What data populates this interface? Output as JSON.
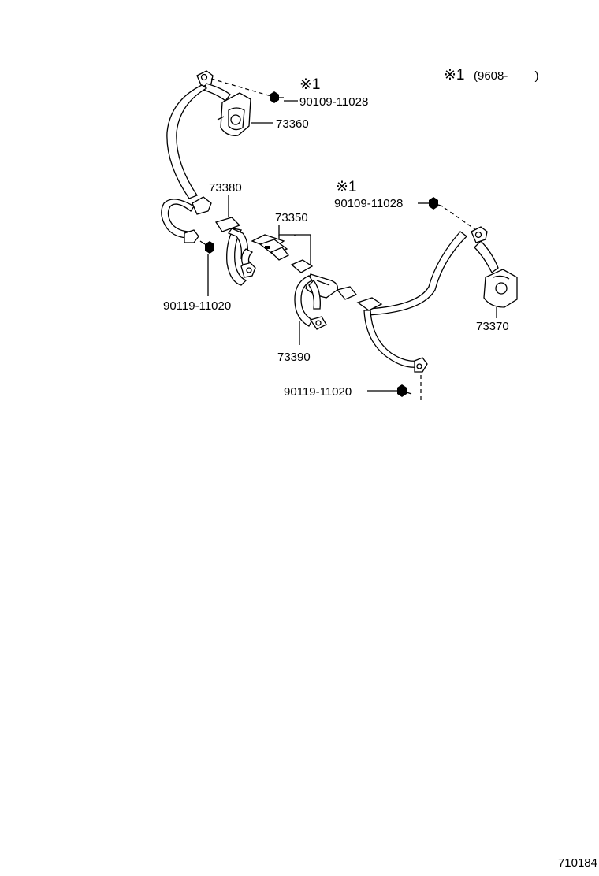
{
  "note": {
    "symbol": "※1",
    "range": "(9608-　　 )"
  },
  "callouts": {
    "mark_upper": "※1",
    "mark_right": "※1",
    "bolt_upper": "90109-11028",
    "bolt_right": "90109-11028",
    "retractor_left": "73360",
    "belt_left_outer": "73380",
    "buckle_center": "73350",
    "belt_center": "73390",
    "retractor_right": "73370",
    "bolt_left_lower": "90119-11020",
    "bolt_right_lower": "90119-11020"
  },
  "reference_number": "710184"
}
